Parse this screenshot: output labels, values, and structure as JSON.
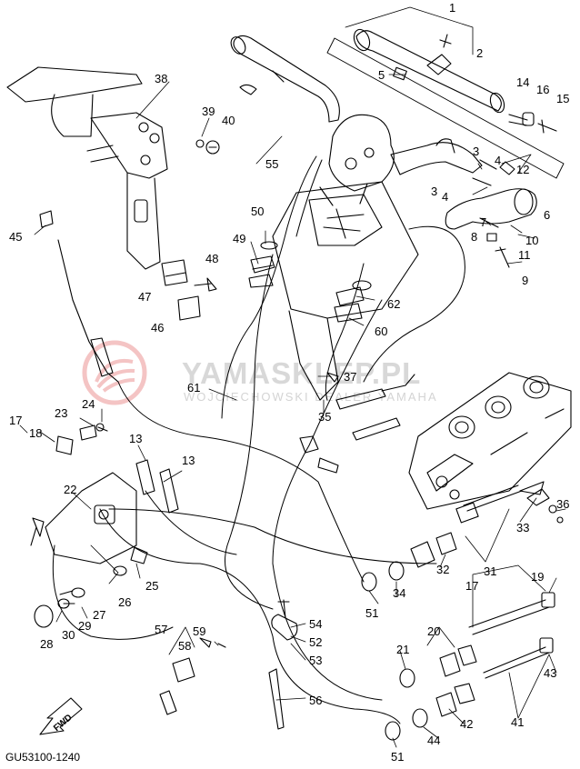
{
  "diagram": {
    "reference_code": "GU53100-1240",
    "forward_arrow_label": "FWD",
    "watermark": {
      "main": "YAMASKLEP.PL",
      "sub": "WOJCIECHOWSKI DEALER YAMAHA"
    },
    "callouts": [
      {
        "id": "c1",
        "text": "1"
      },
      {
        "id": "c2",
        "text": "2"
      },
      {
        "id": "c3a",
        "text": "3"
      },
      {
        "id": "c3b",
        "text": "3"
      },
      {
        "id": "c4a",
        "text": "4"
      },
      {
        "id": "c4b",
        "text": "4"
      },
      {
        "id": "c5",
        "text": "5"
      },
      {
        "id": "c6",
        "text": "6"
      },
      {
        "id": "c7",
        "text": "7"
      },
      {
        "id": "c8",
        "text": "8"
      },
      {
        "id": "c9",
        "text": "9"
      },
      {
        "id": "c10",
        "text": "10"
      },
      {
        "id": "c11",
        "text": "11"
      },
      {
        "id": "c12",
        "text": "12"
      },
      {
        "id": "c13a",
        "text": "13"
      },
      {
        "id": "c13b",
        "text": "13"
      },
      {
        "id": "c14",
        "text": "14"
      },
      {
        "id": "c15",
        "text": "15"
      },
      {
        "id": "c16",
        "text": "16"
      },
      {
        "id": "c17a",
        "text": "17"
      },
      {
        "id": "c17b",
        "text": "17"
      },
      {
        "id": "c18",
        "text": "18"
      },
      {
        "id": "c19",
        "text": "19"
      },
      {
        "id": "c20",
        "text": "20"
      },
      {
        "id": "c21",
        "text": "21"
      },
      {
        "id": "c22",
        "text": "22"
      },
      {
        "id": "c23",
        "text": "23"
      },
      {
        "id": "c24",
        "text": "24"
      },
      {
        "id": "c25",
        "text": "25"
      },
      {
        "id": "c26",
        "text": "26"
      },
      {
        "id": "c27",
        "text": "27"
      },
      {
        "id": "c28",
        "text": "28"
      },
      {
        "id": "c29",
        "text": "29"
      },
      {
        "id": "c30",
        "text": "30"
      },
      {
        "id": "c31",
        "text": "31"
      },
      {
        "id": "c32",
        "text": "32"
      },
      {
        "id": "c33",
        "text": "33"
      },
      {
        "id": "c34",
        "text": "34"
      },
      {
        "id": "c35",
        "text": "35"
      },
      {
        "id": "c36",
        "text": "36"
      },
      {
        "id": "c37",
        "text": "37"
      },
      {
        "id": "c38",
        "text": "38"
      },
      {
        "id": "c39",
        "text": "39"
      },
      {
        "id": "c40",
        "text": "40"
      },
      {
        "id": "c41",
        "text": "41"
      },
      {
        "id": "c42",
        "text": "42"
      },
      {
        "id": "c43",
        "text": "43"
      },
      {
        "id": "c44",
        "text": "44"
      },
      {
        "id": "c45",
        "text": "45"
      },
      {
        "id": "c46",
        "text": "46"
      },
      {
        "id": "c47",
        "text": "47"
      },
      {
        "id": "c48",
        "text": "48"
      },
      {
        "id": "c49",
        "text": "49"
      },
      {
        "id": "c50",
        "text": "50"
      },
      {
        "id": "c51a",
        "text": "51"
      },
      {
        "id": "c51b",
        "text": "51"
      },
      {
        "id": "c52",
        "text": "52"
      },
      {
        "id": "c53",
        "text": "53"
      },
      {
        "id": "c54",
        "text": "54"
      },
      {
        "id": "c55",
        "text": "55"
      },
      {
        "id": "c56",
        "text": "56"
      },
      {
        "id": "c57",
        "text": "57"
      },
      {
        "id": "c58",
        "text": "58"
      },
      {
        "id": "c59",
        "text": "59"
      },
      {
        "id": "c60",
        "text": "60"
      },
      {
        "id": "c61",
        "text": "61"
      },
      {
        "id": "c62",
        "text": "62"
      }
    ]
  }
}
